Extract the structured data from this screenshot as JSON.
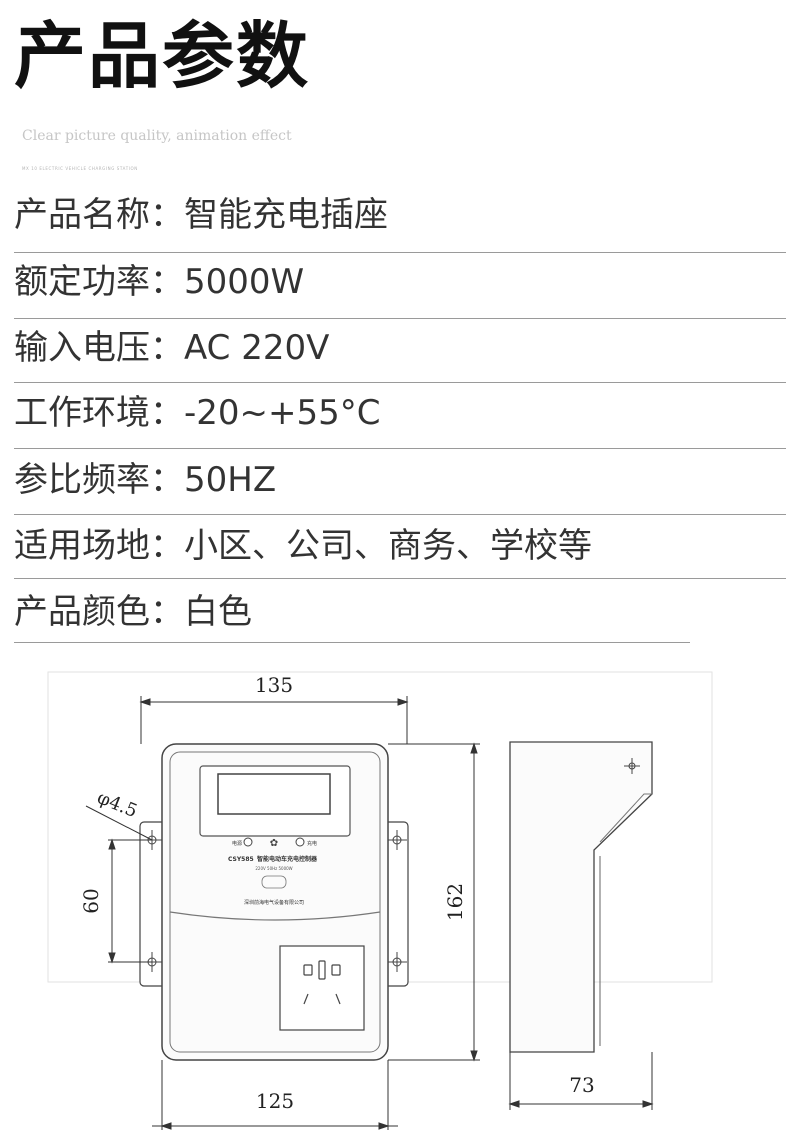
{
  "header": {
    "title": "产品参数",
    "subtitle": "Clear picture quality, animation effect",
    "tagline": "MX 10 ELECTRIC VEHICLE CHARGING STATION"
  },
  "specs": [
    {
      "label": "产品名称",
      "colon": "：",
      "value": "智能充电插座"
    },
    {
      "label": "额定功率",
      "colon": "：",
      "value": "5000W"
    },
    {
      "label": "输入电压",
      "colon": "：",
      "value": "AC 220V"
    },
    {
      "label": "工作环境",
      "colon": "：",
      "value": "-20~+55°C"
    },
    {
      "label": "参比频率",
      "colon": "：",
      "value": "50HZ"
    },
    {
      "label": "适用场地",
      "colon": "：",
      "value": "小区、公司、商务、学校等"
    },
    {
      "label": "产品颜色",
      "colon": "：",
      "value": "白色"
    }
  ],
  "drawing": {
    "dim_top_width": "135",
    "dim_bottom_width": "125",
    "dim_height": "162",
    "dim_hole_spacing": "60",
    "dim_hole_diameter": "φ4.5",
    "dim_depth": "73",
    "device_model": "CSY585",
    "device_name": "智能电动车充电控制器",
    "device_rating": "220V 50Hz 5000W",
    "device_maker": "深圳前海电气设备有限公司",
    "indicator_left": "电源",
    "indicator_right": "充电"
  }
}
